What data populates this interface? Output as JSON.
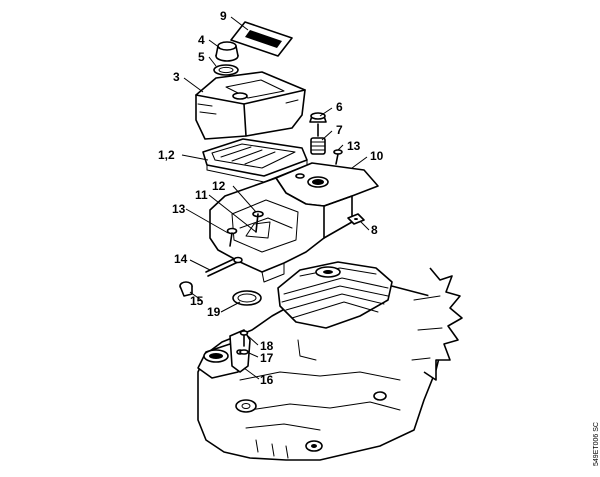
{
  "diagram": {
    "callouts": [
      {
        "id": "c9",
        "text": "9"
      },
      {
        "id": "c4",
        "text": "4"
      },
      {
        "id": "c5",
        "text": "5"
      },
      {
        "id": "c3",
        "text": "3"
      },
      {
        "id": "c6",
        "text": "6"
      },
      {
        "id": "c7",
        "text": "7"
      },
      {
        "id": "c13a",
        "text": "13"
      },
      {
        "id": "c12ab",
        "text": "1,2"
      },
      {
        "id": "c10",
        "text": "10"
      },
      {
        "id": "c11",
        "text": "11"
      },
      {
        "id": "c12",
        "text": "12"
      },
      {
        "id": "c13b",
        "text": "13"
      },
      {
        "id": "c8",
        "text": "8"
      },
      {
        "id": "c14",
        "text": "14"
      },
      {
        "id": "c15",
        "text": "15"
      },
      {
        "id": "c19",
        "text": "19"
      },
      {
        "id": "c18",
        "text": "18"
      },
      {
        "id": "c17",
        "text": "17"
      },
      {
        "id": "c16",
        "text": "16"
      }
    ],
    "side_code": "549ET006 SC"
  }
}
